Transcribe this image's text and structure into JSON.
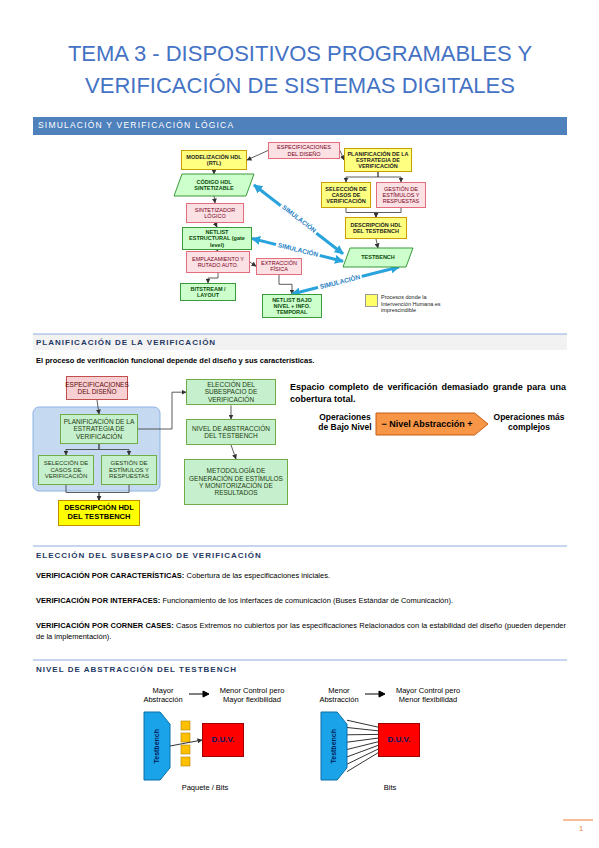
{
  "diagram": {
    "title": "TEMA 3 - DISPOSITIVOS PROGRAMABLES Y VERIFICACIÓN DE SISTEMAS DIGITALES",
    "nodes": [
      {
        "text": [
          "SIMULACIÓN Y VERIFICACIÓN LÓGICA"
        ]
      },
      {
        "text": [
          "ESPECIFICACIONES DEL DISEÑO"
        ]
      },
      {
        "text": [
          "MODELIZACIÓN HDL (RTL)"
        ]
      },
      {
        "text": [
          "CÓDIGO HDL SINTETIZABLE"
        ]
      },
      {
        "text": [
          "SINTETIZADOR LÓGICO"
        ]
      },
      {
        "text": [
          "NETLIST ESTRUCTURAL (gate level)"
        ]
      },
      {
        "text": [
          "EMPLAZAMIENTO Y RUTADO AUTO."
        ]
      },
      {
        "text": [
          "BITSTREAM / LAYOUT"
        ]
      },
      {
        "text": [
          "EXTRACCIÓN FÍSICA"
        ]
      },
      {
        "text": [
          "NETLIST BAJO NIVEL + INFO. TEMPORAL"
        ]
      },
      {
        "text": [
          "PLANIFICACIÓN DE LA ESTRATEGIA DE VERIFICACIÓN"
        ]
      },
      {
        "text": [
          "SELECCIÓN DE CASOS DE VERIFICACIÓN"
        ]
      },
      {
        "text": [
          "GESTIÓN DE ESTÍMULOS Y RESPUESTAS"
        ]
      },
      {
        "text": [
          "DESCRIPCIÓN HDL DEL TESTBENCH"
        ]
      },
      {
        "text": [
          "TESTBENCH"
        ]
      },
      {
        "text": [
          "ESPECIFICACIONES DEL DISEÑO"
        ]
      },
      {
        "text": [
          "PLANIFICACIÓN DE LA ESTRATEGIA DE VERIFICACIÓN"
        ]
      },
      {
        "text": [
          "SELECCIÓN DE CASOS DE VERIFICACIÓN"
        ]
      },
      {
        "text": [
          "GESTIÓN DE ESTÍMULOS Y RESPUESTAS"
        ]
      },
      {
        "text": [
          "DESCRIPCIÓN HDL DEL TESTBENCH"
        ]
      },
      {
        "text": [
          "ELECCIÓN DEL SUBESPACIO DE VERIFICACIÓN"
        ]
      },
      {
        "text": [
          "NIVEL DE ABSTRACCIÓN DEL TESTBENCH"
        ]
      },
      {
        "text": [
          "METODOLOGÍA DE GENERACIÓN DE ESTÍMULOS Y MONITORIZACIÓN DE RESULTADOS"
        ]
      },
      {
        "text": [
          "− Nivel Abstracción +"
        ]
      },
      {
        "text": [
          "Testbench"
        ]
      },
      {
        "text": [
          "D.U.V."
        ]
      },
      {
        "text": [
          "Testbench"
        ]
      },
      {
        "text": [
          "D.U.V."
        ]
      }
    ],
    "edges": [
      {
        "from": 1,
        "to": 2,
        "arrow": "to"
      },
      {
        "from": 1,
        "to": 10,
        "arrow": "to"
      },
      {
        "from": 2,
        "to": 3,
        "arrow": "to"
      },
      {
        "from": 3,
        "to": 4,
        "arrow": "to"
      },
      {
        "from": 4,
        "to": 5,
        "arrow": "to"
      },
      {
        "from": 5,
        "to": 6,
        "arrow": "to"
      },
      {
        "from": 6,
        "to": 7,
        "arrow": "to"
      },
      {
        "from": 6,
        "to": 8,
        "arrow": "to"
      },
      {
        "from": 8,
        "to": 9,
        "arrow": "to"
      },
      {
        "from": 10,
        "to": 11,
        "arrow": "to"
      },
      {
        "from": 10,
        "to": 12,
        "arrow": "to"
      },
      {
        "from": 11,
        "to": 13,
        "arrow": "to"
      },
      {
        "from": 12,
        "to": 13,
        "arrow": "to"
      },
      {
        "from": 13,
        "to": 14,
        "arrow": "to"
      },
      {
        "from": 3,
        "to": 14,
        "label": "SIMULACIÓN",
        "arrow": "both"
      },
      {
        "from": 5,
        "to": 14,
        "label": "SIMULACIÓN",
        "arrow": "both"
      },
      {
        "from": 9,
        "to": 14,
        "label": "SIMULACIÓN",
        "arrow": "both"
      },
      {
        "from": 15,
        "to": 16,
        "arrow": "to"
      },
      {
        "from": 16,
        "to": 17,
        "arrow": "to"
      },
      {
        "from": 16,
        "to": 18,
        "arrow": "to"
      },
      {
        "from": 17,
        "to": 19,
        "arrow": "to"
      },
      {
        "from": 18,
        "to": 19,
        "arrow": "to"
      },
      {
        "from": 16,
        "to": 20,
        "arrow": "to"
      },
      {
        "from": 20,
        "to": 21,
        "arrow": "to"
      },
      {
        "from": 21,
        "to": 22,
        "arrow": "to"
      },
      {
        "from": 24,
        "to": 25,
        "arrow": "to"
      },
      {
        "from": 26,
        "to": 27,
        "arrow": "none"
      },
      {
        "from": 26,
        "to": 27,
        "arrow": "none"
      },
      {
        "from": 26,
        "to": 27,
        "arrow": "none"
      },
      {
        "from": 26,
        "to": 27,
        "arrow": "none"
      },
      {
        "from": 26,
        "to": 27,
        "arrow": "none"
      },
      {
        "from": 26,
        "to": 27,
        "arrow": "none"
      },
      {
        "from": 26,
        "to": 27,
        "arrow": "none"
      },
      {
        "from": 26,
        "to": 27,
        "arrow": "none"
      }
    ],
    "labels": [
      "PLANIFICACIÓN DE LA VERIFICACIÓN",
      "El proceso de verificación funcional depende del diseño y sus características.",
      "Espacio completo de verificación demasiado grande para una cobertura total.",
      "Operaciones de Bajo Nivel",
      "Operaciones más complejos",
      "ELECCIÓN DEL SUBESPACIO DE VERIFICACIÓN",
      "VERIFICACIÓN POR CARACTERÍSTICAS:",
      "Cobertura de las especificaciones iniciales.",
      "VERIFICACIÓN POR INTERFACES:",
      "Funcionamiento de los interfaces de comunicación (Buses Estándar de Comunicación).",
      "VERIFICACIÓN POR CORNER CASES:",
      "Casos Extremos no cubiertos por las especificaciones Relacionados con la estabilidad del diseño (pueden depender de la implementación).",
      "NIVEL DE ABSTRACCIÓN DEL TESTBENCH",
      "Mayor Abstracción",
      "Menor Control pero Mayor flexibilidad",
      "Menor Abstracción",
      "Mayor Control pero Menor flexibilidad",
      "Paquete / Bits",
      "Bits",
      "1"
    ],
    "legend": [
      {
        "text": "Procesos donde la Intervención Humana es imprescindible",
        "color": "#ffff66"
      }
    ]
  }
}
